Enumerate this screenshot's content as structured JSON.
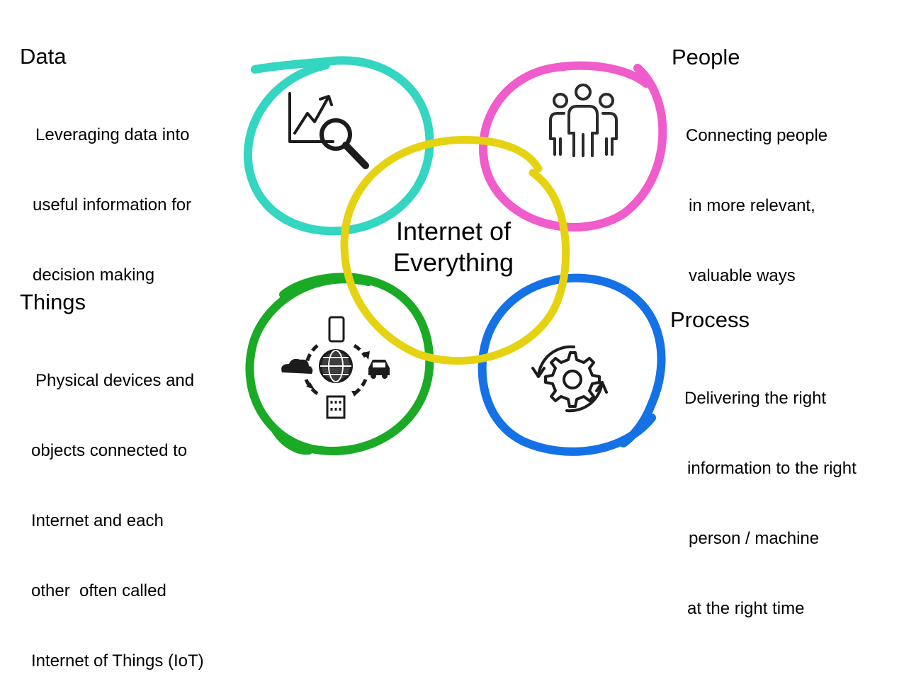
{
  "center_title": {
    "line1": "Internet of",
    "line2": "Everything"
  },
  "colors": {
    "data": "#33d6c0",
    "people": "#f05ccb",
    "things": "#1aaa25",
    "process": "#1571e6",
    "center": "#e5d312",
    "icon": "#1c1c1c"
  },
  "segments": {
    "data": {
      "title": "Data",
      "lines": [
        "Leveraging data into",
        "useful information for",
        "decision making"
      ],
      "icon": "chart-magnifier-icon"
    },
    "people": {
      "title": "People",
      "lines": [
        "Connecting people",
        "in more relevant,",
        "valuable ways"
      ],
      "icon": "people-group-icon"
    },
    "things": {
      "title": "Things",
      "lines": [
        "Physical devices and",
        "objects connected to",
        "Internet and each",
        "other  often called",
        "Internet of Things (IoT)"
      ],
      "icon": "iot-network-icon"
    },
    "process": {
      "title": "Process",
      "lines": [
        "Delivering the right",
        "information to the right",
        "person / machine",
        "at the right time"
      ],
      "icon": "gear-cycle-icon"
    }
  }
}
